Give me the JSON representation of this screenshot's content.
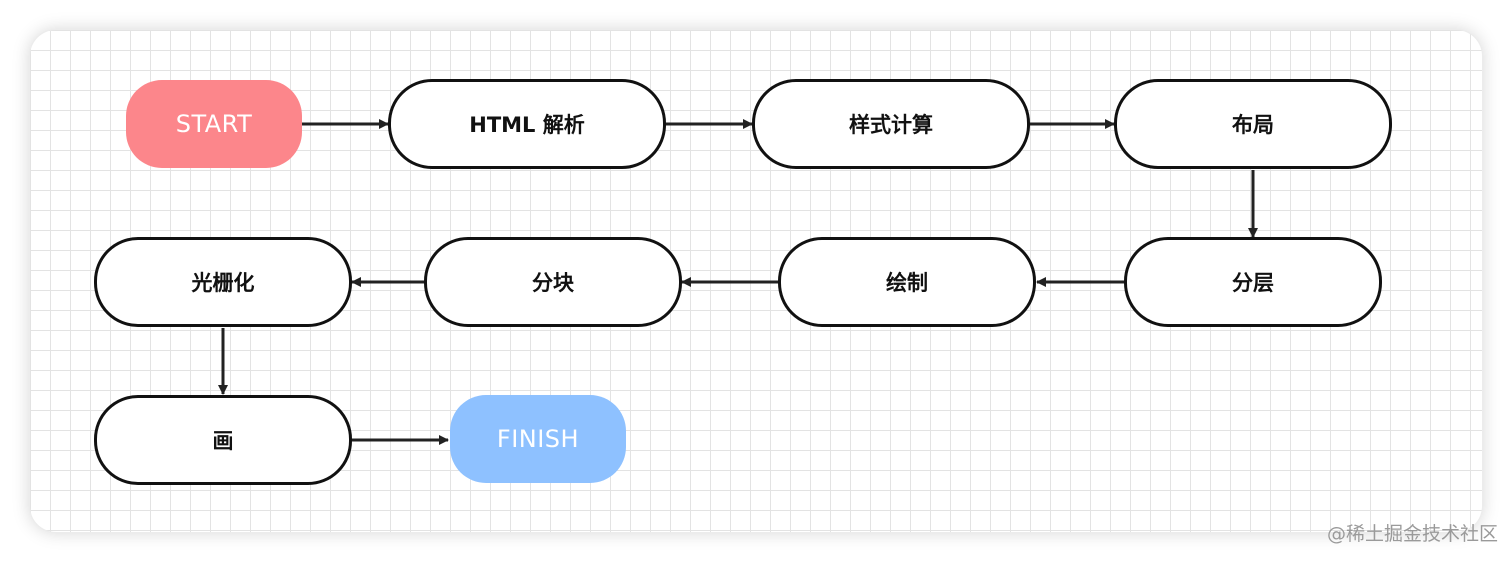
{
  "diagram": {
    "start": {
      "label": "START",
      "color": "#fc868b"
    },
    "finish": {
      "label": "FINISH",
      "color": "#8ec1ff"
    },
    "steps": [
      {
        "label": "HTML 解析"
      },
      {
        "label": "样式计算"
      },
      {
        "label": "布局"
      },
      {
        "label": "分层"
      },
      {
        "label": "绘制"
      },
      {
        "label": "分块"
      },
      {
        "label": "光栅化"
      },
      {
        "label": "画"
      }
    ]
  },
  "watermark": "@稀土掘金技术社区"
}
